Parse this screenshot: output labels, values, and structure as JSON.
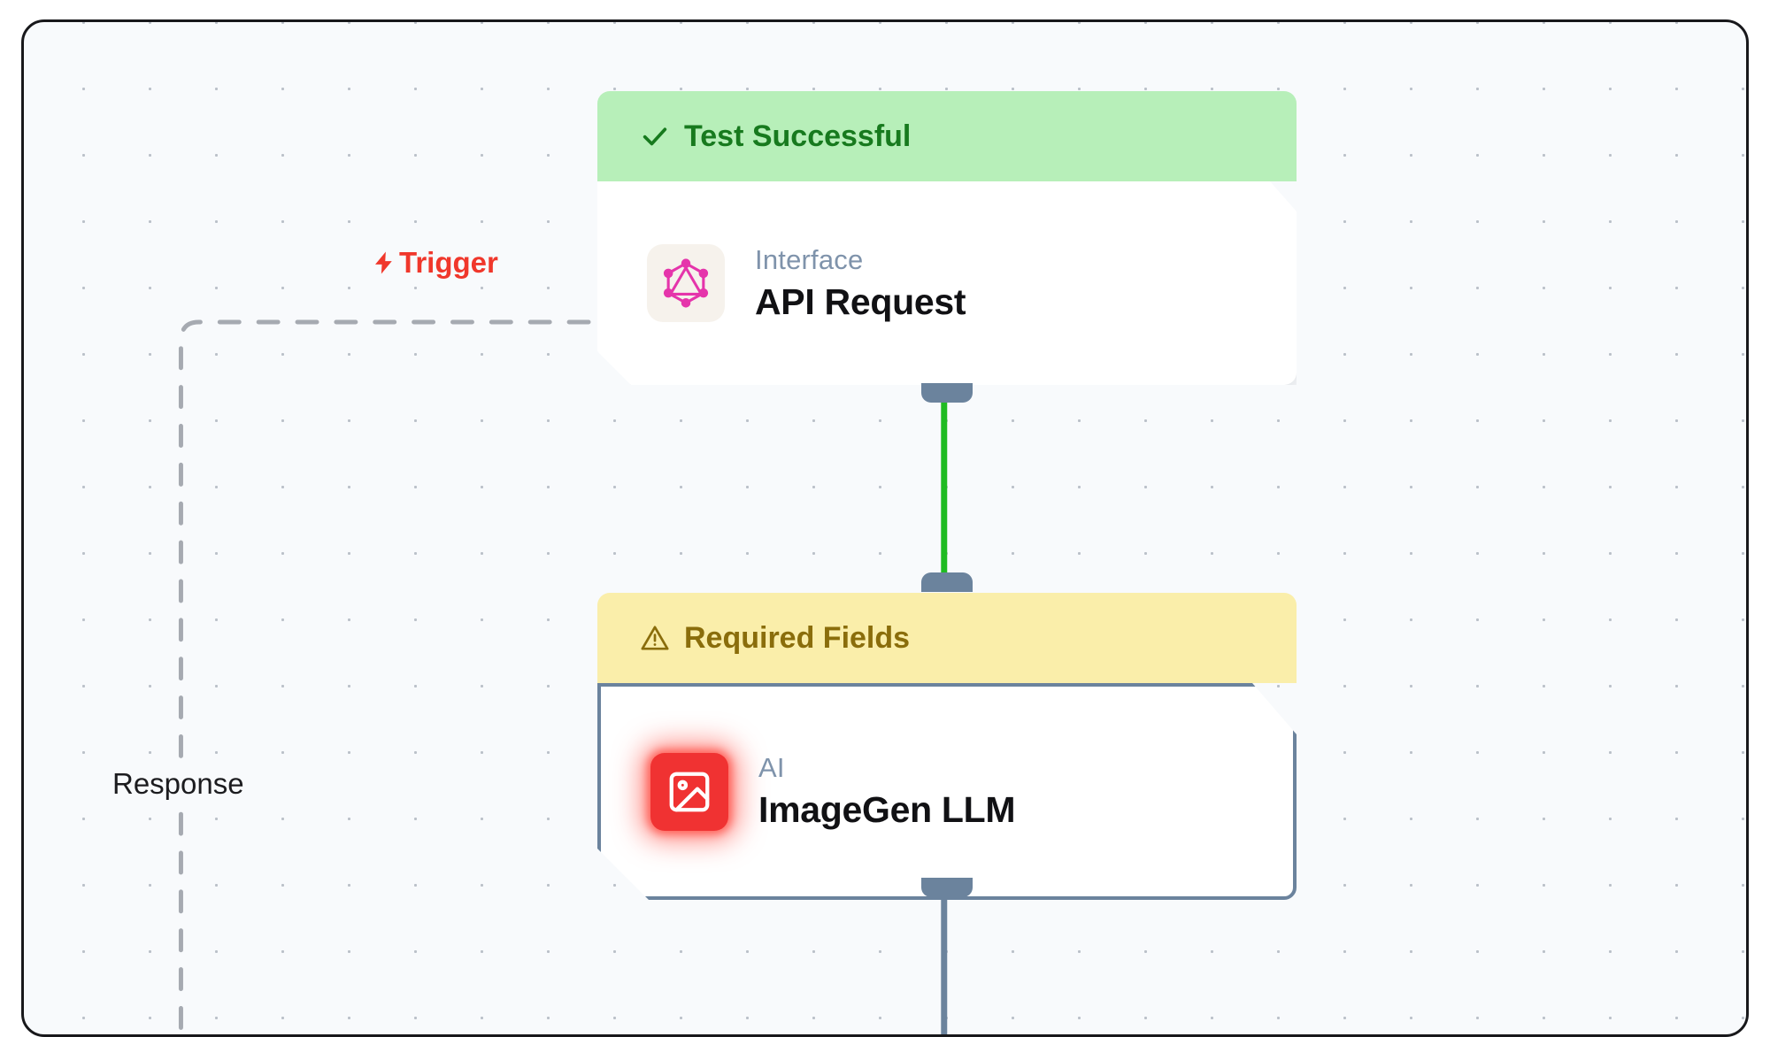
{
  "canvas": {
    "background_color": "#f8fafc",
    "grid": "dot-grid"
  },
  "wires": [
    {
      "name": "trigger-wire",
      "label": "Trigger",
      "icon": "lightning-bolt-icon",
      "icon_glyph": "⚡",
      "color": "#f0372b",
      "style": "dashed"
    },
    {
      "name": "response-wire",
      "label": "Response",
      "color": "#1c1c1f",
      "style": "dashed"
    },
    {
      "name": "api-to-imagegen-wire",
      "color": "#1fbb22",
      "style": "solid"
    },
    {
      "name": "imagegen-output-wire",
      "color": "#6b839d",
      "style": "solid"
    }
  ],
  "nodes": [
    {
      "id": "api-request",
      "banner": {
        "label": "Test Successful",
        "icon": "check-icon",
        "icon_glyph": "✓",
        "background_color": "#b7efb9",
        "text_color": "#177a1e"
      },
      "kind": "Interface",
      "title": "API Request",
      "icon": "graphql-icon",
      "icon_color": "#e535ab"
    },
    {
      "id": "imagegen-llm",
      "banner": {
        "label": "Required Fields",
        "icon": "warning-triangle-icon",
        "icon_glyph": "⚠",
        "background_color": "#faeeaa",
        "text_color": "#8a6d0b"
      },
      "kind": "AI",
      "title": "ImageGen LLM",
      "icon": "image-icon",
      "icon_color": "#f03232"
    }
  ]
}
